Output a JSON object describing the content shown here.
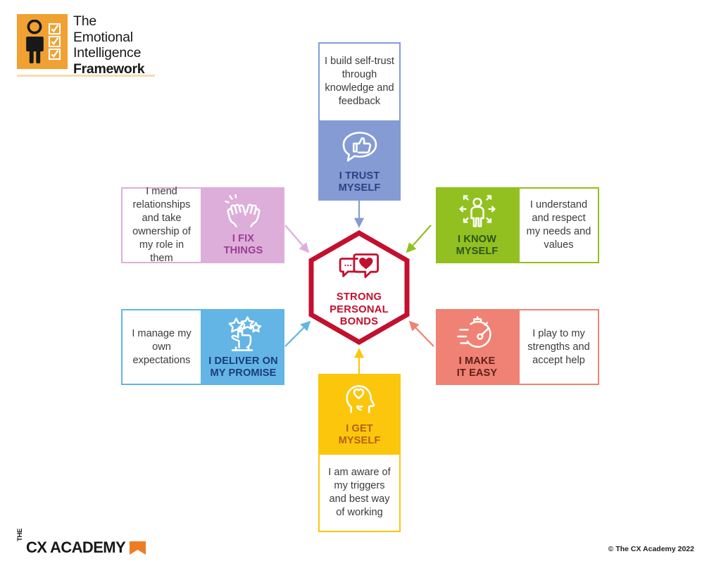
{
  "header": {
    "logo": {
      "line1": "The",
      "line2": "Emotional",
      "line3": "Intelligence",
      "line4": "Framework",
      "mark_color": "#f0a131",
      "icon": "person-with-checklist-icon"
    }
  },
  "center": {
    "label": "STRONG\nPERSONAL\nBONDS",
    "line1": "STRONG",
    "line2": "PERSONAL",
    "line3": "BONDS",
    "color": "#c3102f",
    "icon": "speech-bubbles-heart-icon"
  },
  "nodes": [
    {
      "id": "i-trust-myself",
      "caption_line1": "I TRUST",
      "caption_line2": "MYSELF",
      "description": "I build self-trust through knowledge and feedback",
      "color": "#849bd4",
      "caption_color": "#2f3f86",
      "icon": "thumbs-up-speech-bubble-icon",
      "position": "top"
    },
    {
      "id": "i-know-myself",
      "caption_line1": "I KNOW",
      "caption_line2": "MYSELF",
      "description": "I understand and respect my needs and values",
      "color": "#92c020",
      "caption_color": "#2b561c",
      "icon": "person-radiating-arrows-icon",
      "position": "right-top"
    },
    {
      "id": "i-make-it-easy",
      "caption_line1": "I MAKE",
      "caption_line2": "IT EASY",
      "description": "I play to my strengths and accept help",
      "color": "#ef8274",
      "caption_color": "#5e2018",
      "icon": "stopwatch-speed-icon",
      "position": "right-bottom"
    },
    {
      "id": "i-get-myself",
      "caption_line1": "I GET",
      "caption_line2": "MYSELF",
      "description": "I am aware of my triggers and best way of working",
      "color": "#fcc60d",
      "caption_color": "#b4620f",
      "icon": "head-profile-heart-icon",
      "position": "bottom"
    },
    {
      "id": "i-deliver-on-my-promise",
      "caption_line1": "I DELIVER ON",
      "caption_line2": "MY PROMISE",
      "description": "I manage my own expectations",
      "color": "#62b5e5",
      "caption_color": "#1d3c78",
      "icon": "hand-pointing-stars-icon",
      "position": "left-bottom"
    },
    {
      "id": "i-fix-things",
      "caption_line1": "I FIX",
      "caption_line2": "THINGS",
      "description": "I mend relationships and take ownership of my role in them",
      "color": "#ddaed9",
      "caption_color": "#9b3d95",
      "icon": "clapping-hands-icon",
      "position": "left-top"
    }
  ],
  "footer": {
    "logo_the": "THE",
    "logo_name": "CX ACADEMY",
    "flag_color": "#ef7c22",
    "copyright": "© The CX Academy 2022"
  }
}
